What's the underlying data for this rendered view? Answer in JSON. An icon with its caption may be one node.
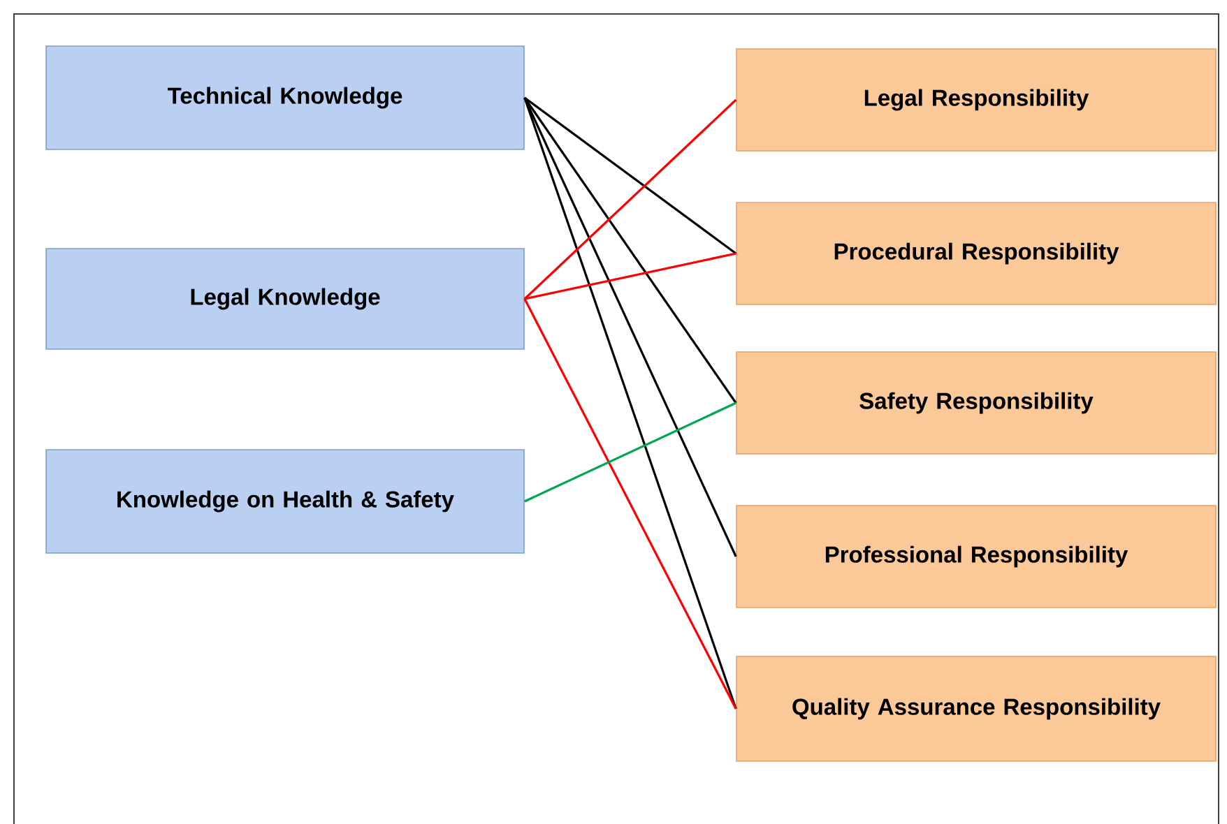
{
  "diagram": {
    "nodes": [
      {
        "text": [
          "Technical Knowledge"
        ]
      },
      {
        "text": [
          "Legal Knowledge"
        ]
      },
      {
        "text": [
          "Knowledge on Health & Safety"
        ]
      },
      {
        "text": [
          "Legal Responsibility"
        ]
      },
      {
        "text": [
          "Procedural Responsibility"
        ]
      },
      {
        "text": [
          "Safety Responsibility"
        ]
      },
      {
        "text": [
          "Professional Responsibility"
        ]
      },
      {
        "text": [
          "Quality Assurance Responsibility"
        ]
      }
    ],
    "edges": [
      {
        "from": 0,
        "to": 4,
        "arrow": "none"
      },
      {
        "from": 0,
        "to": 5,
        "arrow": "none"
      },
      {
        "from": 0,
        "to": 6,
        "arrow": "none"
      },
      {
        "from": 0,
        "to": 7,
        "arrow": "none"
      },
      {
        "from": 1,
        "to": 3,
        "arrow": "none",
        "color": "#ff0000"
      },
      {
        "from": 1,
        "to": 4,
        "arrow": "none",
        "color": "#ff0000"
      },
      {
        "from": 1,
        "to": 7,
        "arrow": "none",
        "color": "#ff0000"
      },
      {
        "from": 2,
        "to": 5,
        "arrow": "none",
        "color": "#00a651"
      }
    ]
  }
}
